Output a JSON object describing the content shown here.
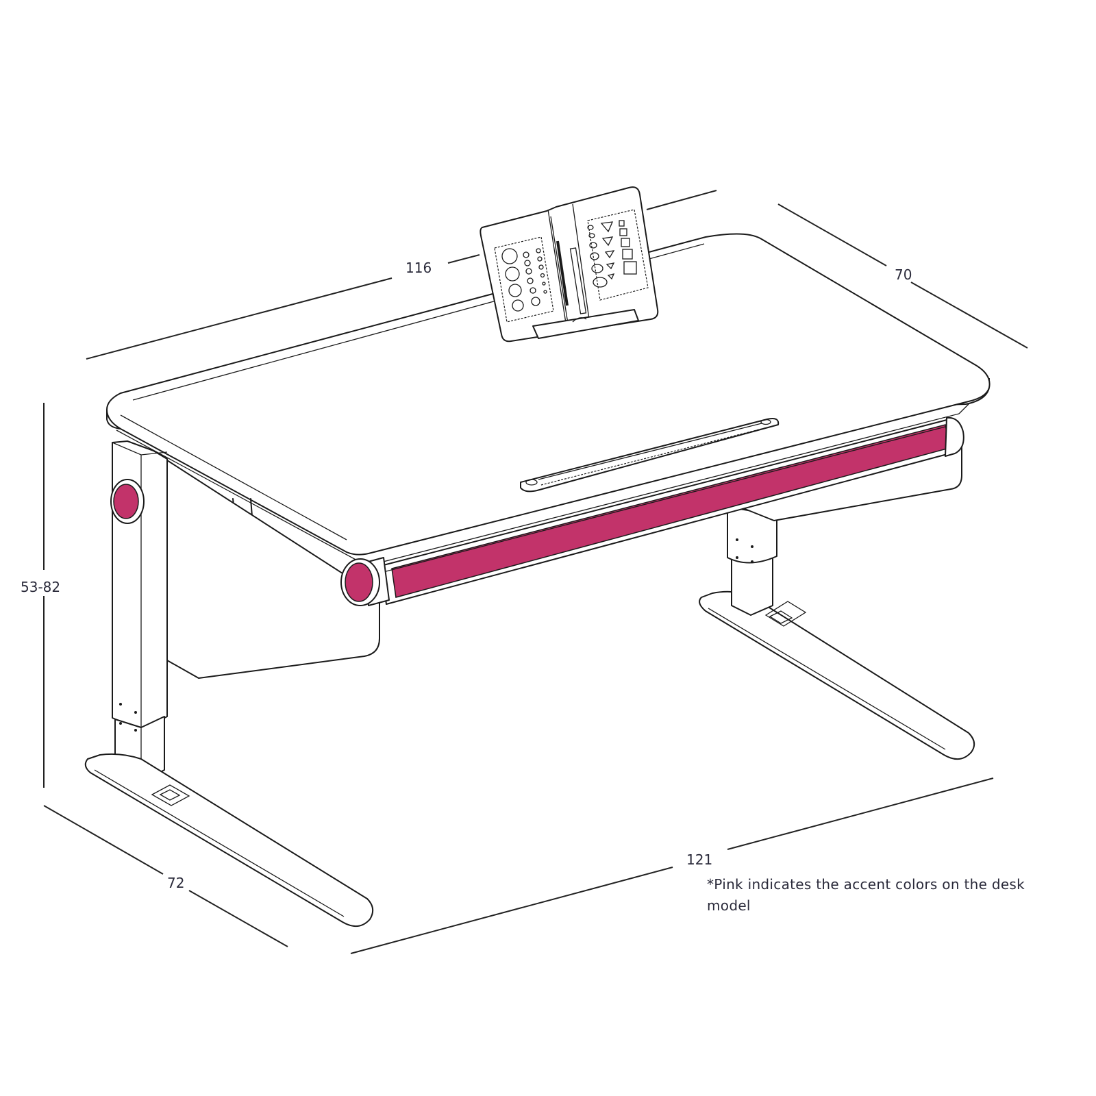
{
  "diagram": {
    "subject": "Height-adjustable children's desk with book stand",
    "accent_color": "#c2336a",
    "dimensions": {
      "top_width": "116",
      "top_depth": "70",
      "height_range": "53-82",
      "base_depth": "72",
      "base_width": "121"
    },
    "components": [
      "desk-top",
      "book-stand",
      "pen-tray",
      "accent-bar",
      "left-leg",
      "right-leg",
      "left-foot",
      "right-foot",
      "bag-hook",
      "height-knob"
    ]
  },
  "note": {
    "text": "*Pink indicates the accent colors on the desk model"
  }
}
